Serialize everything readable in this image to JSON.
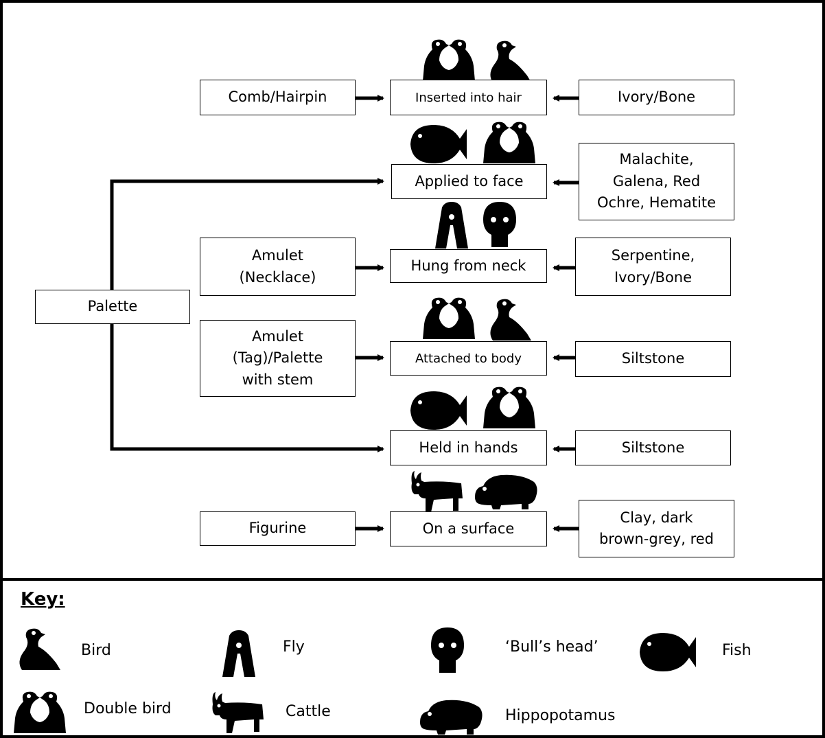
{
  "left": {
    "palette": "Palette",
    "comb": "Comb/Hairpin",
    "amulet_necklace": "Amulet\n(Necklace)",
    "amulet_tag": "Amulet\n(Tag)/Palette\nwith stem",
    "figurine": "Figurine"
  },
  "center": {
    "hair": "Inserted into hair",
    "face": "Applied to face",
    "neck": "Hung from neck",
    "body": "Attached to body",
    "hands": "Held in hands",
    "surface": "On a surface"
  },
  "right": {
    "hair": "Ivory/Bone",
    "face": "Malachite,\nGalena, Red\nOchre, Hematite",
    "neck": "Serpentine,\nIvory/Bone",
    "body": "Siltstone",
    "hands": "Siltstone",
    "surface": "Clay, dark\nbrown-grey, red"
  },
  "row_icons": {
    "hair": [
      "double-bird-icon",
      "bird-icon"
    ],
    "face": [
      "fish-icon",
      "double-bird-icon"
    ],
    "neck": [
      "fly-icon",
      "bulls-head-icon"
    ],
    "body": [
      "double-bird-icon",
      "bird-icon"
    ],
    "hands": [
      "fish-icon",
      "double-bird-icon"
    ],
    "surface": [
      "cattle-icon",
      "hippopotamus-icon"
    ]
  },
  "key": {
    "title": "Key:",
    "bird": "Bird",
    "fly": "Fly",
    "bulls_head": "‘Bull’s head’",
    "fish": "Fish",
    "double_bird": "Double bird",
    "cattle": "Cattle",
    "hippo": "Hippopotamus"
  }
}
